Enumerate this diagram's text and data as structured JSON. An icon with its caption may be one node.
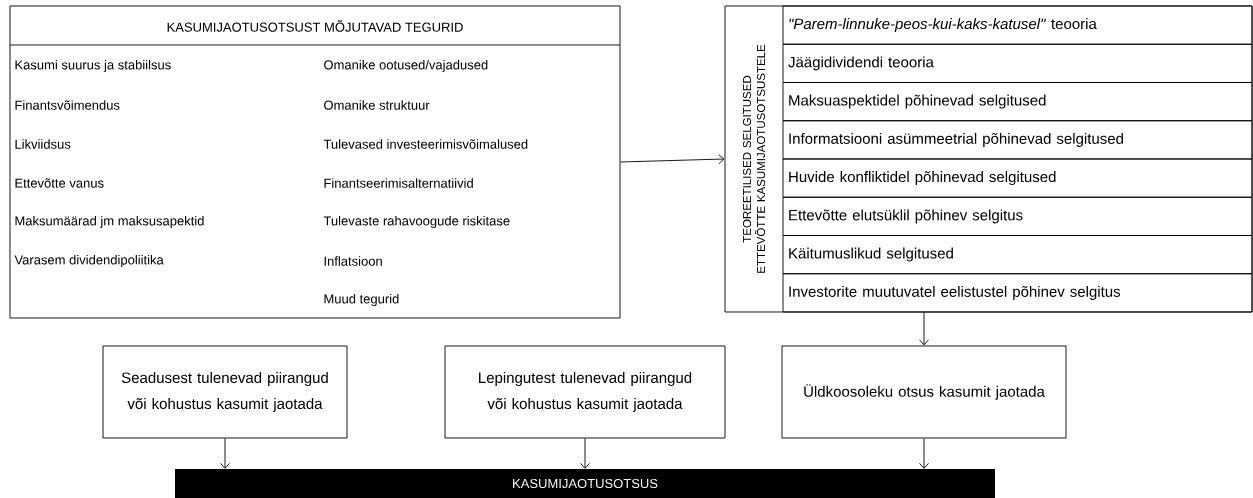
{
  "diagram": {
    "nodes": [
      {
        "text": [
          "KASUMIJAOTUSOTSUST MÕJUTAVAD TEGURID",
          "Kasumi suurus ja stabiilsus",
          "Finantsvõimendus",
          "Likviidsus",
          "Ettevõtte vanus",
          "Maksumäärad jm maksusapektid",
          "Varasem dividendipoliitika",
          "Omanike ootused/vajadused",
          "Omanike struktuur",
          "Tulevased investeerimisvõimalused",
          "Finantseerimisalternatiivid",
          "Tulevaste rahavoogude riskitase",
          "Inflatsioon",
          "Muud tegurid"
        ]
      },
      {
        "text": [
          "TEOREETILISED SELGITUSED ETTEVÕTTE KASUMIJAOTUSOTSUSTELE"
        ]
      },
      {
        "text": [
          "*\"Parem-linnuke-peos-kui-kaks-katusel\"* teooria"
        ],
        "in": 1
      },
      {
        "text": [
          "Jäägidividendi teooria"
        ],
        "in": 1
      },
      {
        "text": [
          "Maksuaspektidel põhinevad selgitused"
        ],
        "in": 1
      },
      {
        "text": [
          "Informatsiooni asümmeetrial põhinevad selgitused"
        ],
        "in": 1
      },
      {
        "text": [
          "Huvide konfliktidel põhinevad selgitused"
        ],
        "in": 1
      },
      {
        "text": [
          "Ettevõtte elutsüklil põhinev selgitus"
        ],
        "in": 1
      },
      {
        "text": [
          "Käitumuslikud selgitused"
        ],
        "in": 1
      },
      {
        "text": [
          "Investorite muutuvatel eelistustel põhinev selgitus"
        ],
        "in": 1
      },
      {
        "text": [
          "Seadusest tulenevad piirangud või kohustus kasumit jaotada"
        ]
      },
      {
        "text": [
          "Lepingutest tulenevad piirangud või kohustus kasumit jaotada"
        ]
      },
      {
        "text": [
          "Üldkoosoleku otsus kasumit jaotada"
        ]
      },
      {
        "text": [
          "KASUMIJAOTUSOTSUS"
        ]
      }
    ],
    "edges": [
      {
        "from": 0,
        "to": 1,
        "arrow": "to"
      },
      {
        "from": 1,
        "to": 12,
        "arrow": "to"
      },
      {
        "from": 10,
        "to": 13,
        "arrow": "to"
      },
      {
        "from": 11,
        "to": 13,
        "arrow": "to"
      },
      {
        "from": 12,
        "to": 13,
        "arrow": "to"
      }
    ]
  }
}
